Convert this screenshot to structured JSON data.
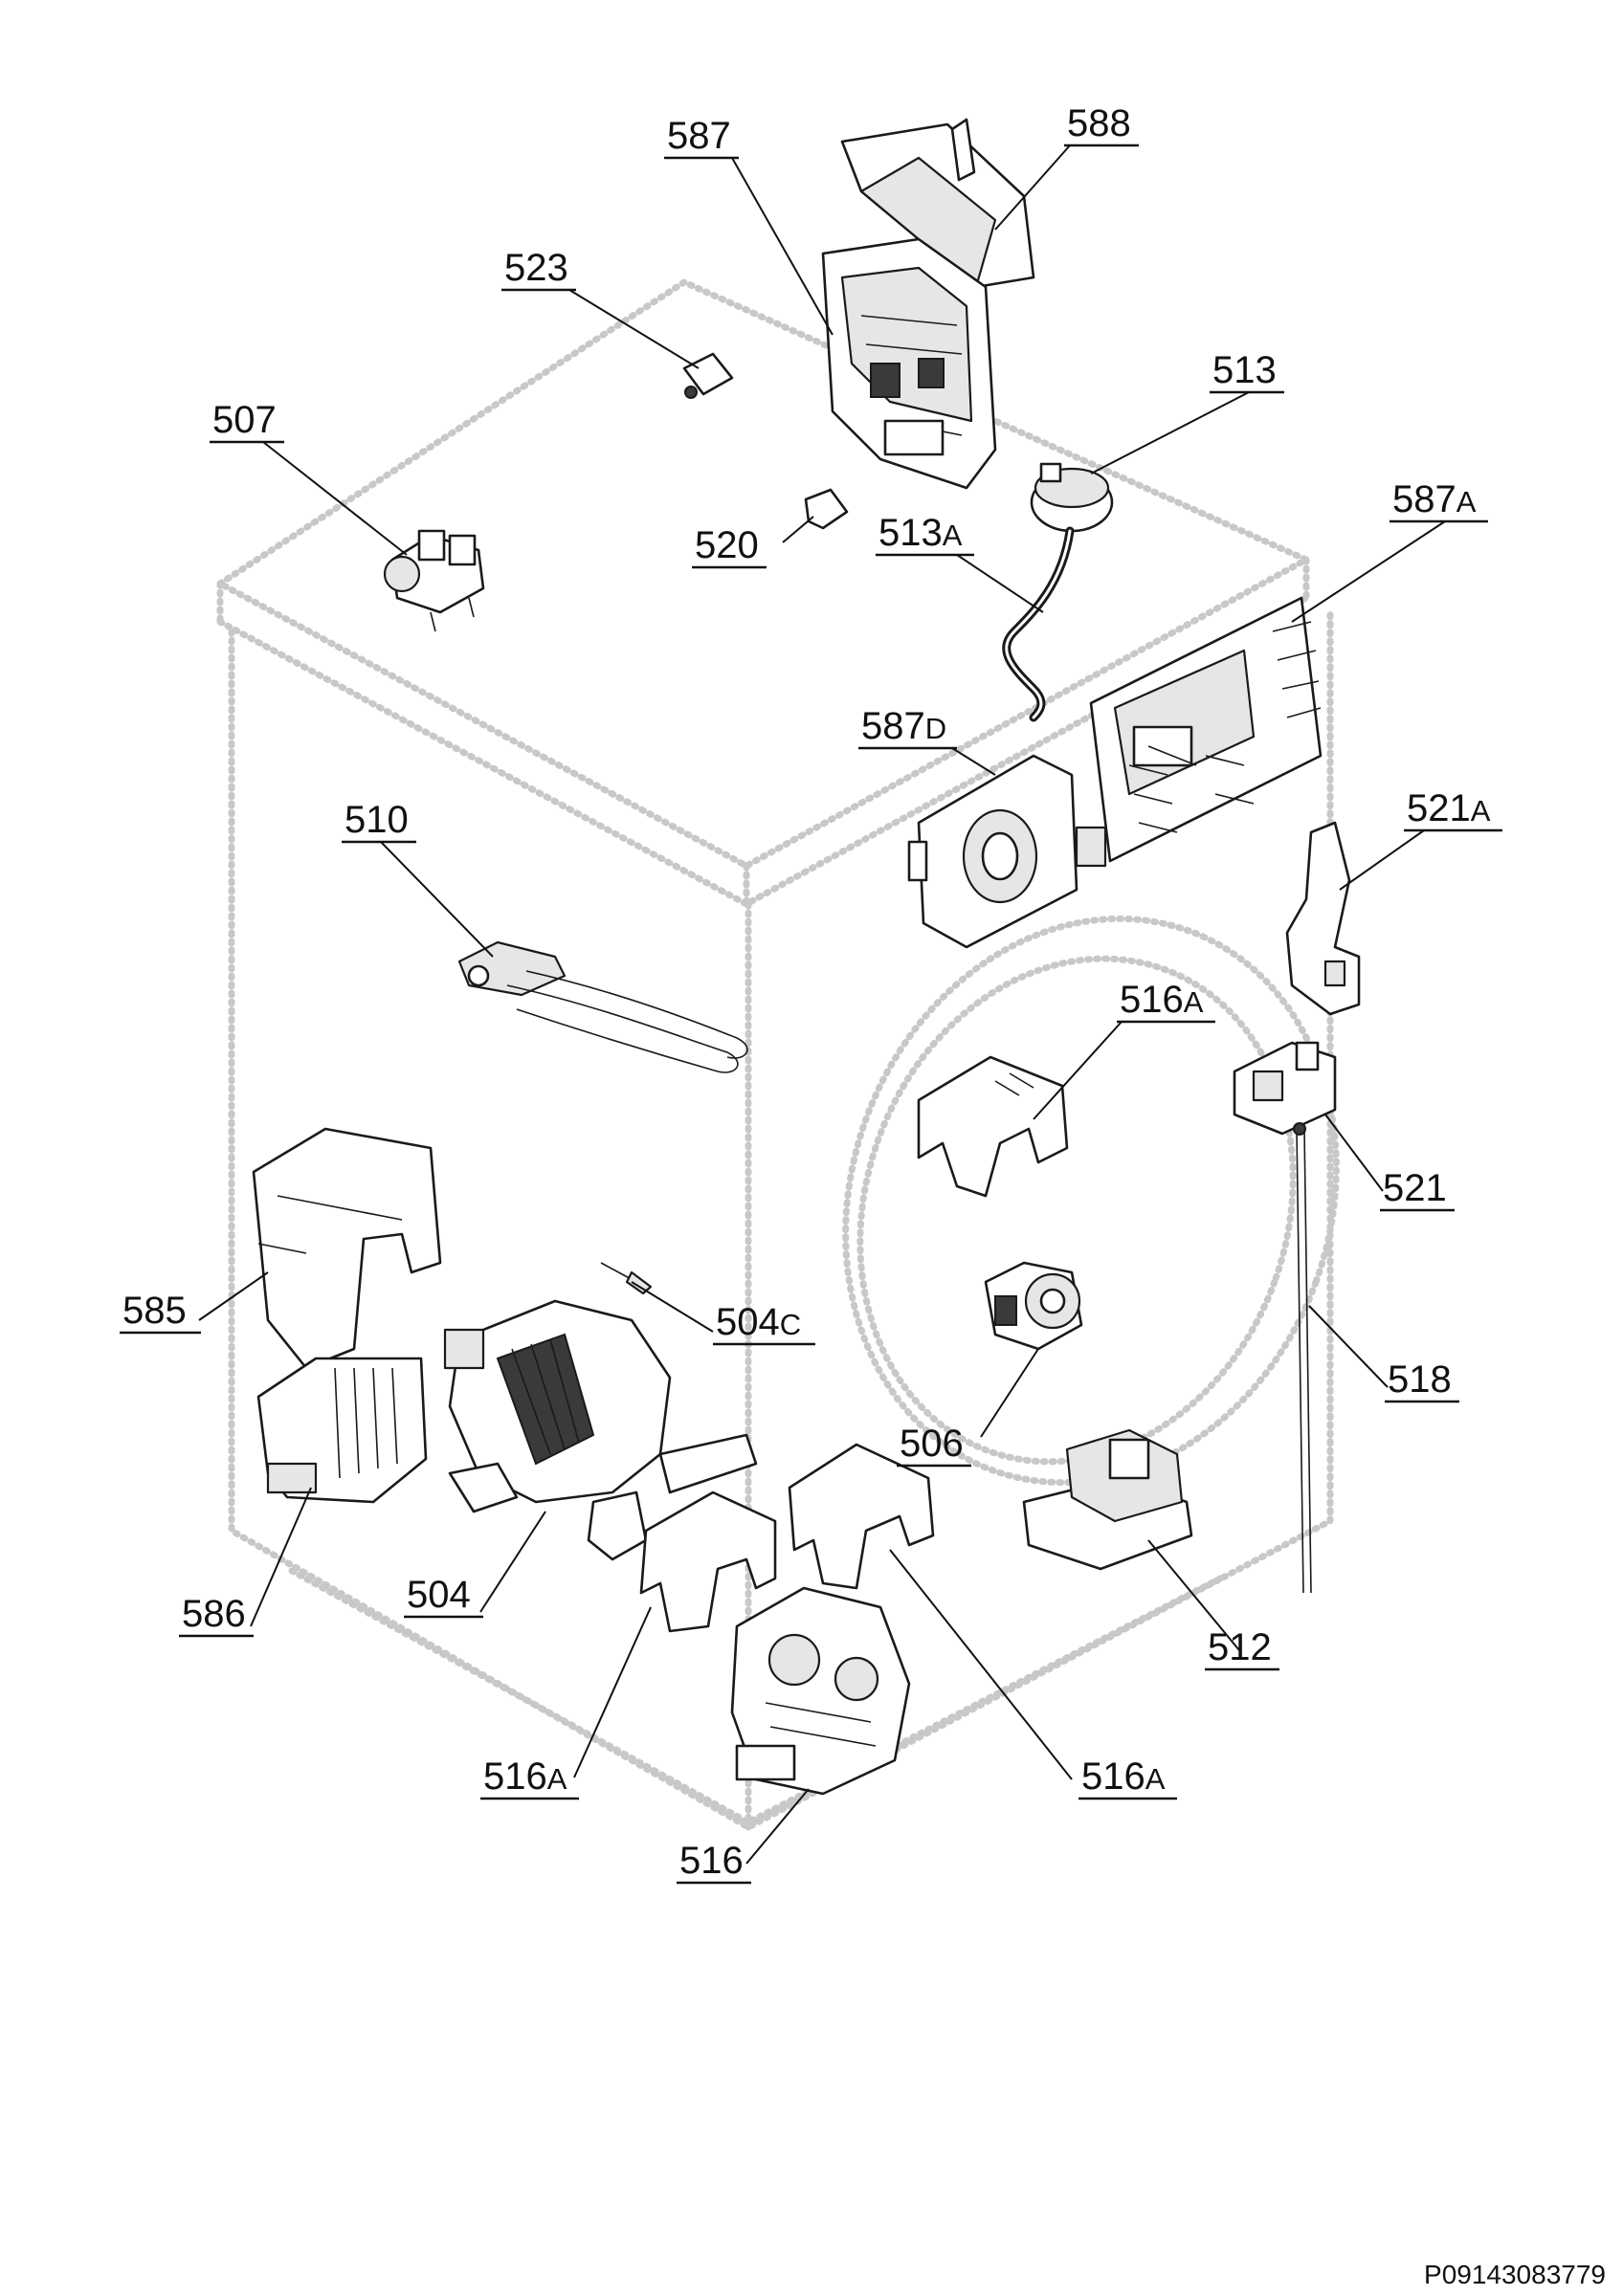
{
  "labels": {
    "p588": "588",
    "p587": "587",
    "p523": "523",
    "p513": "513",
    "p507": "507",
    "p587a": {
      "num": "587",
      "suf": "A"
    },
    "p520": "520",
    "p513a": {
      "num": "513",
      "suf": "A"
    },
    "p587d": {
      "num": "587",
      "suf": "D"
    },
    "p510": "510",
    "p521a": {
      "num": "521",
      "suf": "A"
    },
    "p516a_top": {
      "num": "516",
      "suf": "A"
    },
    "p521": "521",
    "p585": "585",
    "p504c": {
      "num": "504",
      "suf": "C"
    },
    "p518": "518",
    "p506": "506",
    "p586": "586",
    "p504": "504",
    "p512": "512",
    "p516a_left": {
      "num": "516",
      "suf": "A"
    },
    "p516a_right": {
      "num": "516",
      "suf": "A"
    },
    "p516": "516"
  },
  "footer": {
    "code": "P09143083779"
  }
}
